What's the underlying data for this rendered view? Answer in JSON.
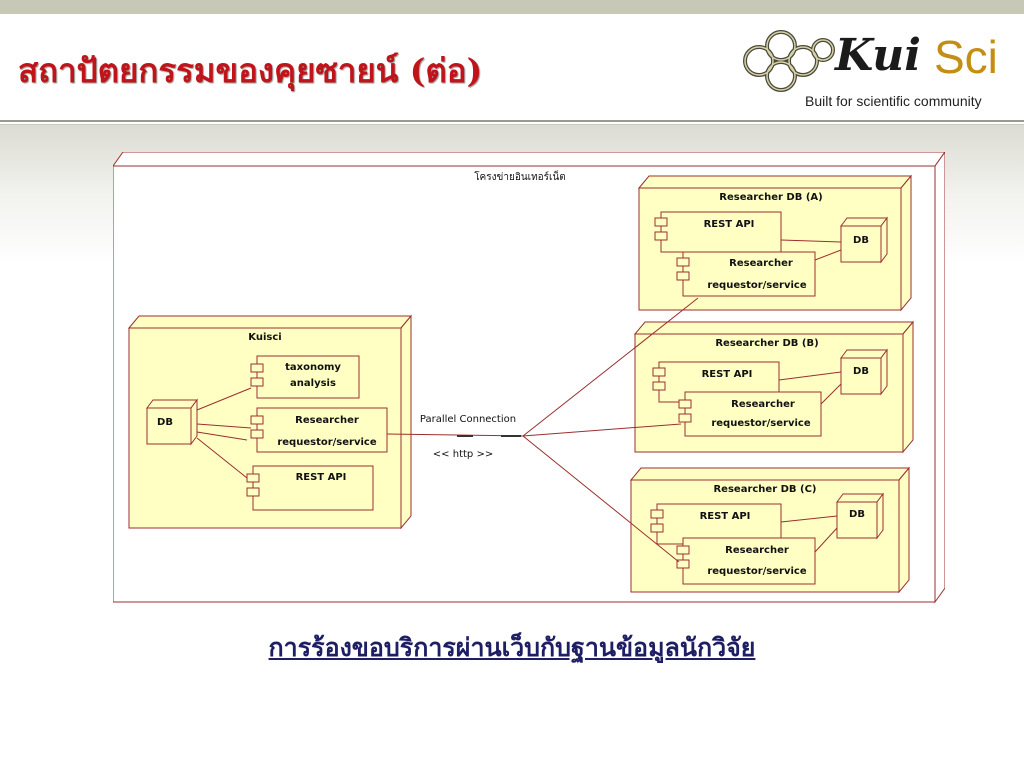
{
  "slide": {
    "title": "สถาปัตยกรรมของคุยซายน์ (ต่อ)",
    "caption": "การร้องขอบริการผ่านเว็บกับฐานข้อมูลนักวิจัย"
  },
  "logo": {
    "word": "Kui",
    "sci": "Sci",
    "tagline": "Built for scientific community"
  },
  "diagram": {
    "outer_label": "โครงข่ายอินเทอร์เน็ต",
    "connection_label": "Parallel Connection",
    "protocol_label": "<< http >>",
    "kuisci": {
      "name": "Kuisci",
      "db": "DB",
      "taxonomy_line1": "taxonomy",
      "taxonomy_line2": "analysis",
      "researcher_line1": "Researcher",
      "researcher_line2": "requestor/service",
      "rest_api": "REST API"
    },
    "nodes": [
      {
        "name": "Researcher DB  (A)",
        "rest_api": "REST API",
        "db": "DB",
        "researcher_line1": "Researcher",
        "researcher_line2": "requestor/service"
      },
      {
        "name": "Researcher DB (B)",
        "rest_api": "REST API",
        "db": "DB",
        "researcher_line1": "Researcher",
        "researcher_line2": "requestor/service"
      },
      {
        "name": "Researcher DB (C)",
        "rest_api": "REST API",
        "db": "DB",
        "researcher_line1": "Researcher",
        "researcher_line2": "requestor/service"
      }
    ]
  },
  "colors": {
    "title": "#c0141a",
    "node_fill": "#ffffc4",
    "node_stroke": "#9b2f2f",
    "connector": "#9b2f2f",
    "caption": "#1e1e64",
    "logo_gold": "#c48e12"
  }
}
